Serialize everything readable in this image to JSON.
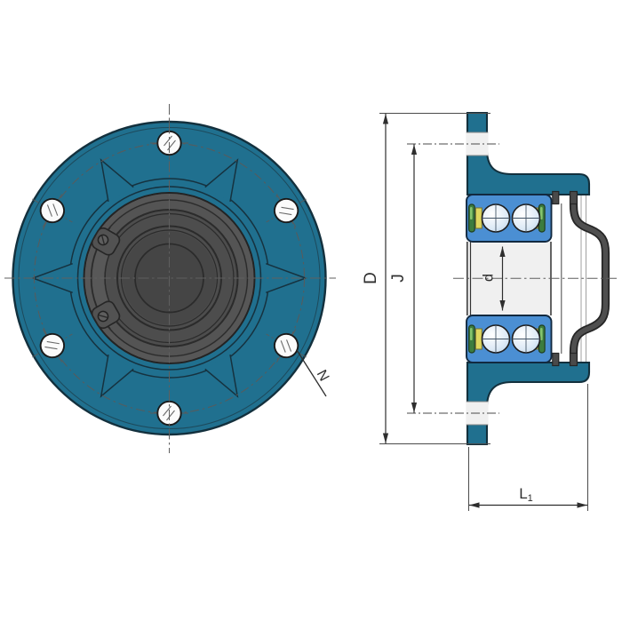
{
  "drawing": {
    "type": "technical-drawing",
    "subject": "flanged wheel hub bearing unit, front view and cross-section",
    "views": {
      "front_view": {
        "bolt_hole_count": 6,
        "rib_spike_count": 6,
        "cap_tab_count": 2
      },
      "section_view": {
        "bearing_rows": 2,
        "balls_per_row_visible": 2
      }
    },
    "labels": {
      "D": "D",
      "J": "J",
      "d": "d",
      "N": "N",
      "L1_main": "L",
      "L1_sub": "1"
    },
    "colors": {
      "background": "#ffffff",
      "housing_teal": "#20708f",
      "outline_dark": "#13303d",
      "bearing_blue": "#4b8fd3",
      "ball_tint": "#c3d9ee",
      "cage_green": "#3c7c3f",
      "cage_green_light": "#85c46d",
      "cage_yellow": "#ded760",
      "cap_gray": "#4d4d4d",
      "cap_gray_dark": "#262626",
      "section_fill_light": "#f0f0f0",
      "dimension_line": "#2e2e2e",
      "centerline": "#5f5f5f"
    }
  }
}
